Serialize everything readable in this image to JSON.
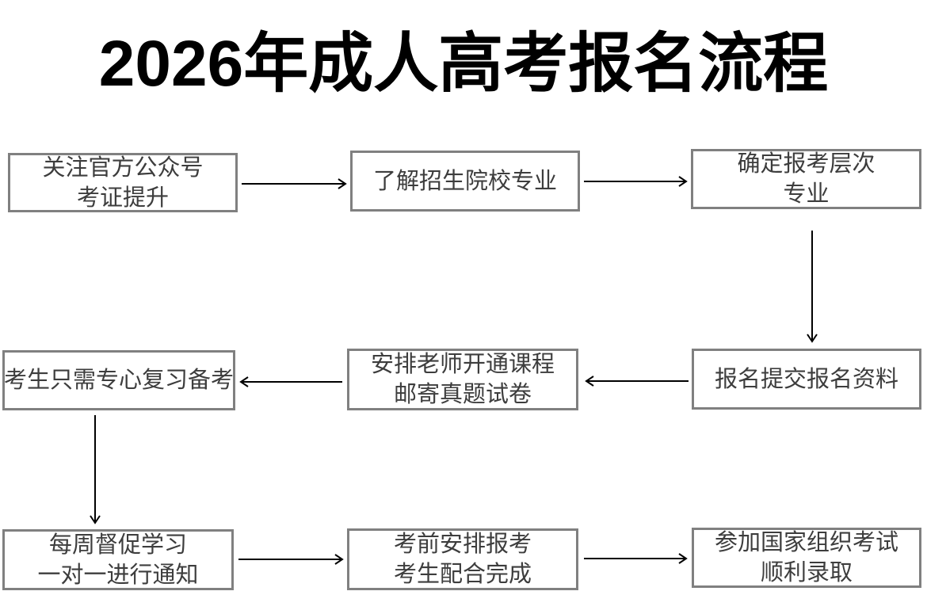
{
  "title": "2026年成人高考报名流程",
  "flow": {
    "nodes": [
      {
        "id": "step-1",
        "lines": [
          "关注官方公众号",
          "考证提升"
        ]
      },
      {
        "id": "step-2",
        "lines": [
          "了解招生院校专业"
        ]
      },
      {
        "id": "step-3",
        "lines": [
          "确定报考层次",
          "专业"
        ]
      },
      {
        "id": "step-4",
        "lines": [
          "报名提交报名资料"
        ]
      },
      {
        "id": "step-5",
        "lines": [
          "安排老师开通课程",
          "邮寄真题试卷"
        ]
      },
      {
        "id": "step-6",
        "lines": [
          "考生只需专心复习备考"
        ]
      },
      {
        "id": "step-7",
        "lines": [
          "每周督促学习",
          "一对一进行通知"
        ]
      },
      {
        "id": "step-8",
        "lines": [
          "考前安排报考",
          "考生配合完成"
        ]
      },
      {
        "id": "step-9",
        "lines": [
          "参加国家组织考试",
          "顺利录取"
        ]
      }
    ],
    "edges": [
      {
        "from": "step-1",
        "to": "step-2",
        "direction": "right"
      },
      {
        "from": "step-2",
        "to": "step-3",
        "direction": "right"
      },
      {
        "from": "step-3",
        "to": "step-4",
        "direction": "down"
      },
      {
        "from": "step-4",
        "to": "step-5",
        "direction": "left"
      },
      {
        "from": "step-5",
        "to": "step-6",
        "direction": "left"
      },
      {
        "from": "step-6",
        "to": "step-7",
        "direction": "down"
      },
      {
        "from": "step-7",
        "to": "step-8",
        "direction": "right"
      },
      {
        "from": "step-8",
        "to": "step-9",
        "direction": "right"
      }
    ],
    "colors": {
      "background": "#ffffff",
      "title_text": "#000000",
      "box_border": "#808080",
      "box_text": "#3d3d3d",
      "arrow": "#000000"
    }
  }
}
